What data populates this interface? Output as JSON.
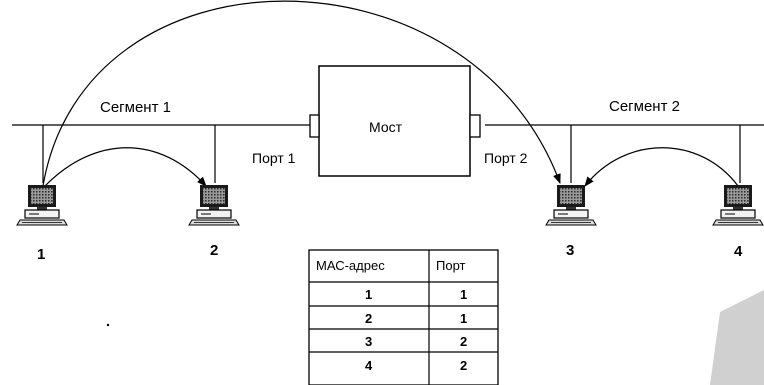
{
  "segments": [
    {
      "label": "Сегмент 1"
    },
    {
      "label": "Сегмент 2"
    }
  ],
  "bridge": {
    "label": "Мост",
    "port1_label": "Порт 1",
    "port2_label": "Порт 2"
  },
  "stations": [
    {
      "number": "1"
    },
    {
      "number": "2"
    },
    {
      "number": "3"
    },
    {
      "number": "4"
    }
  ],
  "table": {
    "headers": [
      "МАС-адрес",
      "Порт"
    ],
    "rows": [
      [
        "1",
        "1"
      ],
      [
        "2",
        "1"
      ],
      [
        "3",
        "2"
      ],
      [
        "4",
        "2"
      ]
    ]
  }
}
